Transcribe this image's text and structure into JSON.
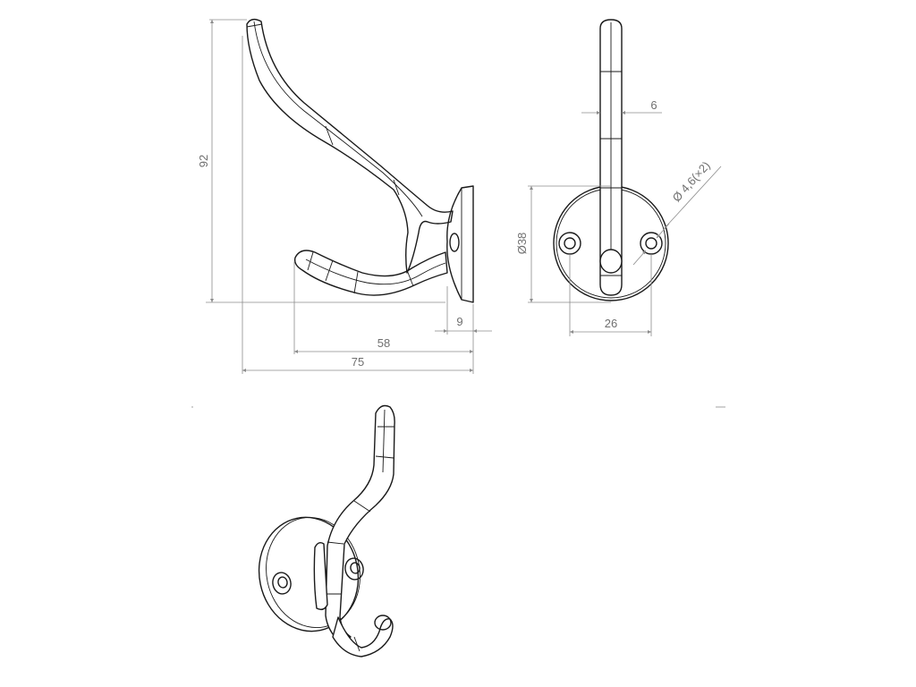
{
  "dimensions": {
    "height": "92",
    "width_total": "75",
    "hook_reach": "58",
    "plate_thickness": "9",
    "plate_diameter": "Ø38",
    "hook_width": "6",
    "hole_spacing": "26",
    "hole_diameter": "Ø 4,6(×2)"
  },
  "colors": {
    "line": "#1a1a1a",
    "dimension": "#8c8c8c",
    "background": "#ffffff"
  }
}
